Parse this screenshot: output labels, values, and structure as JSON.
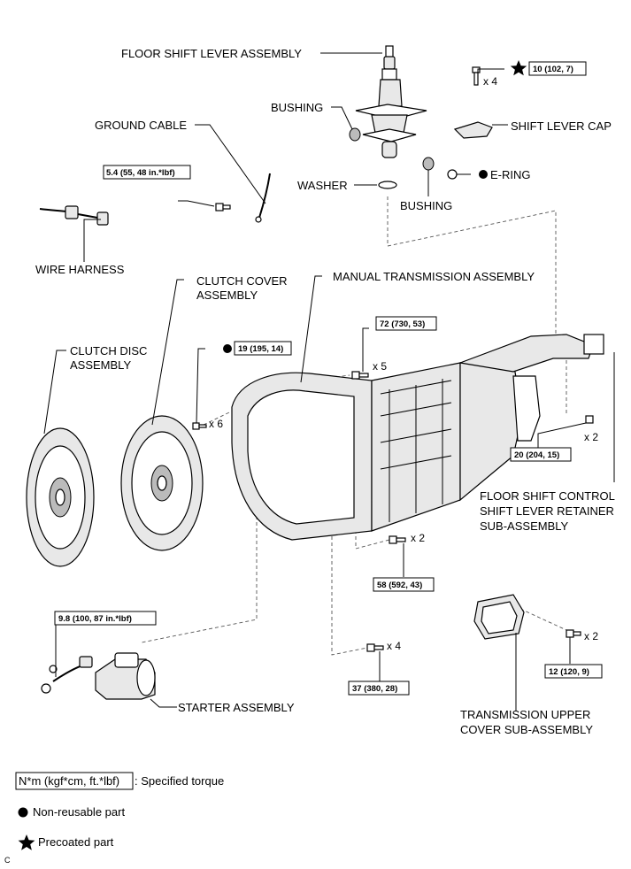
{
  "labels": {
    "floor_shift_lever": "FLOOR SHIFT LEVER ASSEMBLY",
    "bushing_top": "BUSHING",
    "ground_cable": "GROUND CABLE",
    "shift_lever_cap": "SHIFT LEVER CAP",
    "e_ring": "E-RING",
    "washer": "WASHER",
    "bushing_bottom": "BUSHING",
    "wire_harness": "WIRE HARNESS",
    "clutch_cover_1": "CLUTCH COVER",
    "clutch_cover_2": "ASSEMBLY",
    "manual_transmission": "MANUAL TRANSMISSION ASSEMBLY",
    "clutch_disc_1": "CLUTCH DISC",
    "clutch_disc_2": "ASSEMBLY",
    "floor_shift_control_1": "FLOOR SHIFT CONTROL",
    "floor_shift_control_2": "SHIFT LEVER RETAINER",
    "floor_shift_control_3": "SUB-ASSEMBLY",
    "starter": "STARTER ASSEMBLY",
    "trans_upper_cover_1": "TRANSMISSION UPPER",
    "trans_upper_cover_2": "COVER SUB-ASSEMBLY"
  },
  "torques": {
    "t_cap": "10 (102, 7)",
    "t_ground": "5.4 (55, 48 in.*lbf)",
    "t_cover": "19 (195, 14)",
    "t_trans": "72 (730, 53)",
    "t_retainer": "20 (204, 15)",
    "t_58": "58 (592, 43)",
    "t_starter": "9.8 (100, 87 in.*lbf)",
    "t_37": "37 (380, 28)",
    "t_upper": "12 (120, 9)"
  },
  "quantities": {
    "q_cap": "x 4",
    "q_trans": "x 5",
    "q_cover": "x 6",
    "q_retainer": "x 2",
    "q_58": "x 2",
    "q_37": "x 4",
    "q_upper": "x 2"
  },
  "legend": {
    "torque_box": "N*m (kgf*cm, ft.*lbf)",
    "torque_desc": ": Specified torque",
    "nonreusable": "Non-reusable part",
    "precoated": "Precoated part"
  },
  "corner_mark": "C"
}
